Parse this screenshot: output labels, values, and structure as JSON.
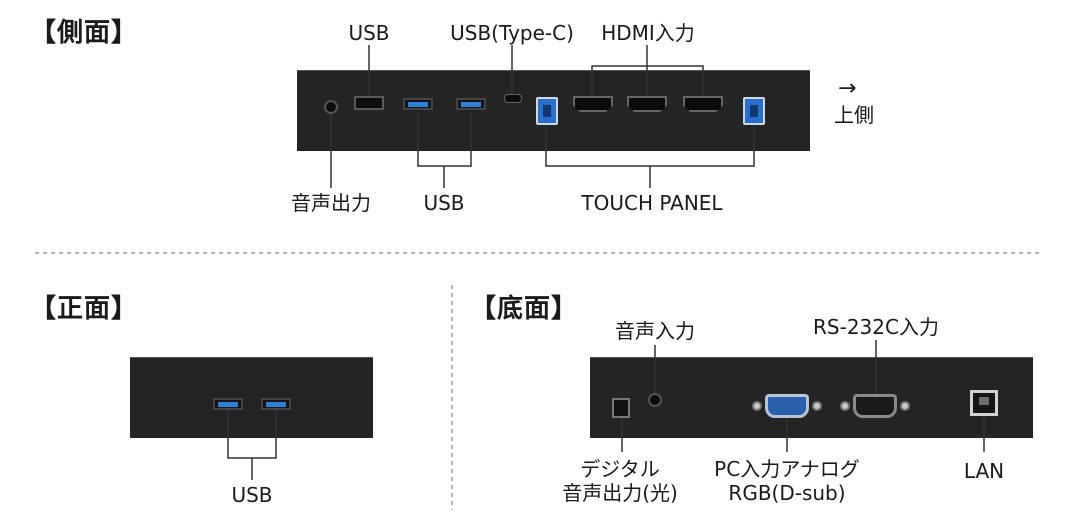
{
  "sections": {
    "side": "【側面】",
    "front": "【正面】",
    "bottom": "【底面】"
  },
  "side_labels": {
    "usb_top": "USB",
    "usb_typec": "USB(Type-C)",
    "hdmi_in": "HDMI入力",
    "audio_out": "音声出力",
    "usb_bottom": "USB",
    "touch_panel": "TOUCH PANEL",
    "arrow": "→",
    "upper_side": "上側"
  },
  "front_labels": {
    "usb": "USB"
  },
  "bottom_labels": {
    "audio_in": "音声入力",
    "rs232c_in": "RS-232C入力",
    "digital_audio_line1": "デジタル",
    "digital_audio_line2": "音声出力(光)",
    "pc_in_line1": "PC入力アナログ",
    "pc_in_line2": "RGB(D-sub)",
    "lan": "LAN"
  },
  "colors": {
    "panel": "#232425",
    "usb_blue": "#2f7fd6",
    "line": "#333333"
  }
}
